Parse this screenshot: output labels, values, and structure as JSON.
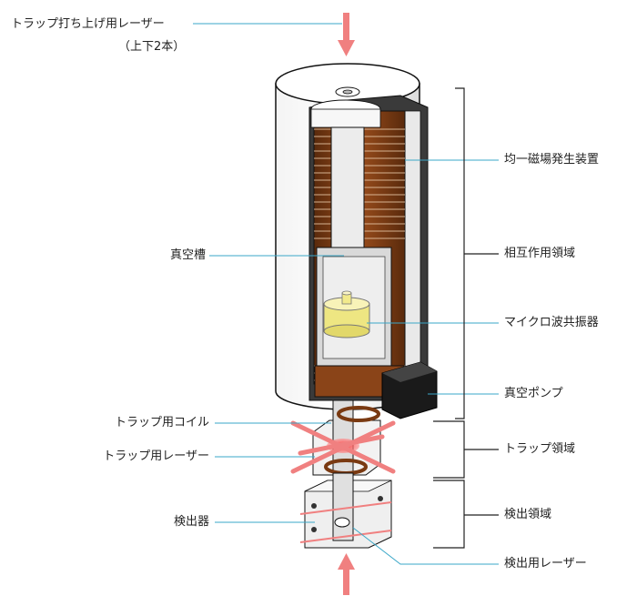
{
  "labels": {
    "laser_up": "トラップ打ち上げ用レーザー",
    "laser_up_note": "（上下2本）",
    "vacuum_chamber": "真空槽",
    "trap_coil": "トラップ用コイル",
    "trap_laser": "トラップ用レーザー",
    "detector": "検出器",
    "magnet": "均一磁場発生装置",
    "interaction_region": "相互作用領域",
    "microwave_resonator": "マイクロ波共振器",
    "vacuum_pump": "真空ポンプ",
    "trap_region": "トラップ領域",
    "detection_region": "検出領域",
    "detection_laser": "検出用レーザー"
  },
  "colors": {
    "leader_line": "#3aa7c8",
    "laser": "#f08080",
    "coil": "#7a3a12",
    "resonator": "#f2ea8c",
    "bracket": "#222222"
  }
}
